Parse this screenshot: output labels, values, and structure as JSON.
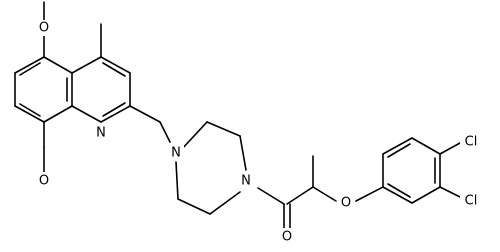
{
  "atoms": [
    {
      "id": "O1",
      "label": "O"
    },
    {
      "id": "N1",
      "label": "N"
    },
    {
      "id": "O2",
      "label": "O"
    },
    {
      "id": "N2",
      "label": "N"
    },
    {
      "id": "N3",
      "label": "N"
    },
    {
      "id": "O3",
      "label": "O"
    },
    {
      "id": "O4",
      "label": "O"
    },
    {
      "id": "Cl1",
      "label": "Cl"
    },
    {
      "id": "Cl2",
      "label": "Cl"
    }
  ]
}
